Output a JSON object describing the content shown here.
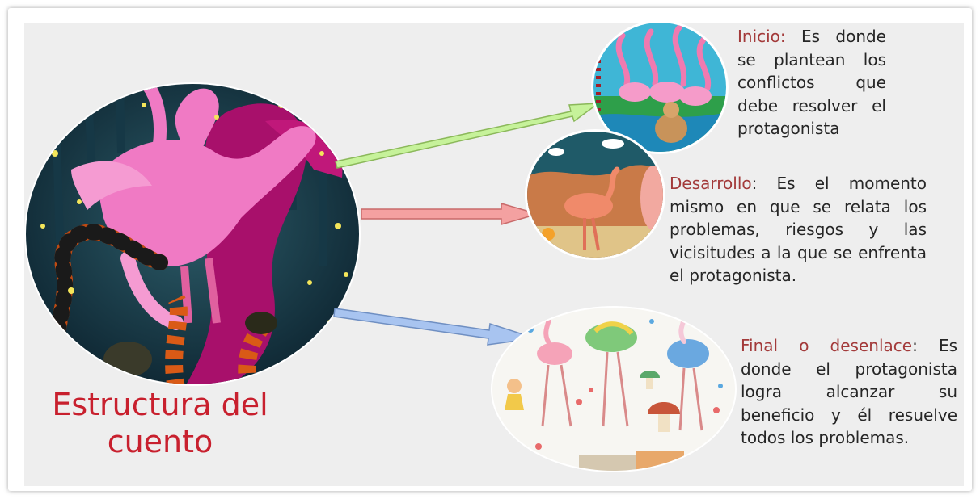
{
  "diagram": {
    "title": "Estructura del cuento",
    "sections": [
      {
        "term": "Inicio",
        "separator": ":",
        "text": " Es donde se plantean los conflictos que debe resolver el protagonista",
        "image_icon": "flamingos-river-icon"
      },
      {
        "term": "Desarrollo",
        "separator": ":",
        "text": " Es el momento mismo en que se relata los problemas, riesgos y las vicisitudes a la que se enfrenta el protagonista.",
        "image_icon": "flamingo-walking-icon"
      },
      {
        "term": "Final o desenlace",
        "separator": ":",
        "text": " Es donde el protagonista logra alcanzar su beneficio y él resuelve todos los problemas.",
        "image_icon": "flamingos-mushrooms-icon"
      }
    ],
    "main_image_icon": "flamingo-snakes-night-icon",
    "colors": {
      "title": "#c8202e",
      "term": "#a33a3a",
      "body_text": "#262626",
      "arrow_inicio": "#c6f29a",
      "arrow_desarrollo": "#f4a1a1",
      "arrow_final": "#a8c4f0",
      "background": "#eeeeee"
    }
  }
}
